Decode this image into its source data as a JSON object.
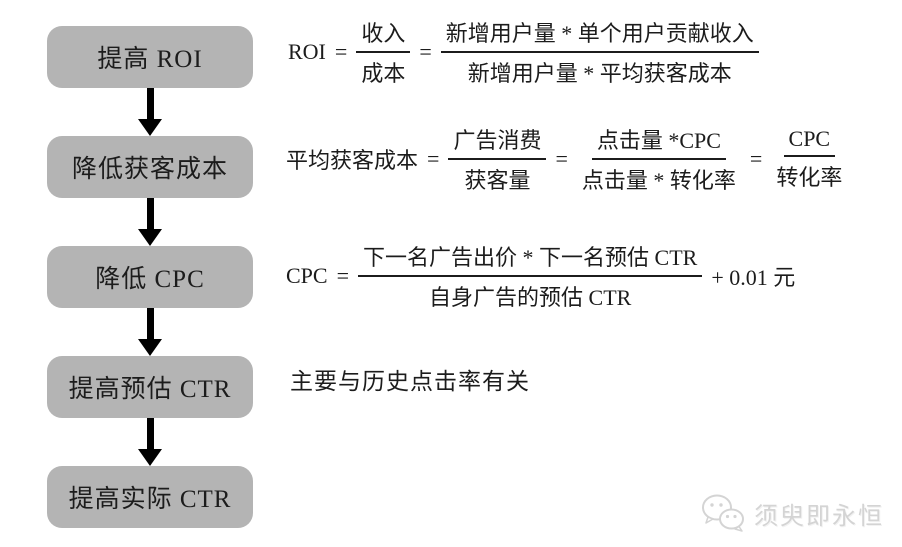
{
  "diagram": {
    "steps": [
      {
        "label": "提高 ROI"
      },
      {
        "label": "降低获客成本"
      },
      {
        "label": "降低 CPC"
      },
      {
        "label": "提高预估 CTR"
      },
      {
        "label": "提高实际 CTR"
      }
    ],
    "formulas": {
      "roi": {
        "lhs": "ROI",
        "eq1": "=",
        "frac1": {
          "num": "收入",
          "den": "成本"
        },
        "eq2": "=",
        "frac2": {
          "num": "新增用户量 * 单个用户贡献收入",
          "den": "新增用户量 * 平均获客成本"
        }
      },
      "acquisition_cost": {
        "lhs": "平均获客成本",
        "eq1": "=",
        "frac1": {
          "num": "广告消费",
          "den": "获客量"
        },
        "eq2": "=",
        "frac2": {
          "num": "点击量 *CPC",
          "den": "点击量 * 转化率"
        },
        "eq3": "=",
        "frac3": {
          "num": "CPC",
          "den": "转化率"
        }
      },
      "cpc": {
        "lhs": "CPC",
        "eq1": "=",
        "frac1": {
          "num": "下一名广告出价 * 下一名预估 CTR",
          "den": "自身广告的预估 CTR"
        },
        "suffix": "+ 0.01 元"
      },
      "estimated_ctr_note": "主要与历史点击率有关"
    }
  },
  "watermark": {
    "icon": "wechat-chat-bubbles-icon",
    "text": "须臾即永恒"
  },
  "colors": {
    "box_bg": "#b4b4b4",
    "text": "#1c1c1c",
    "arrow": "#000000",
    "watermark_text": "#d4d4d4"
  }
}
